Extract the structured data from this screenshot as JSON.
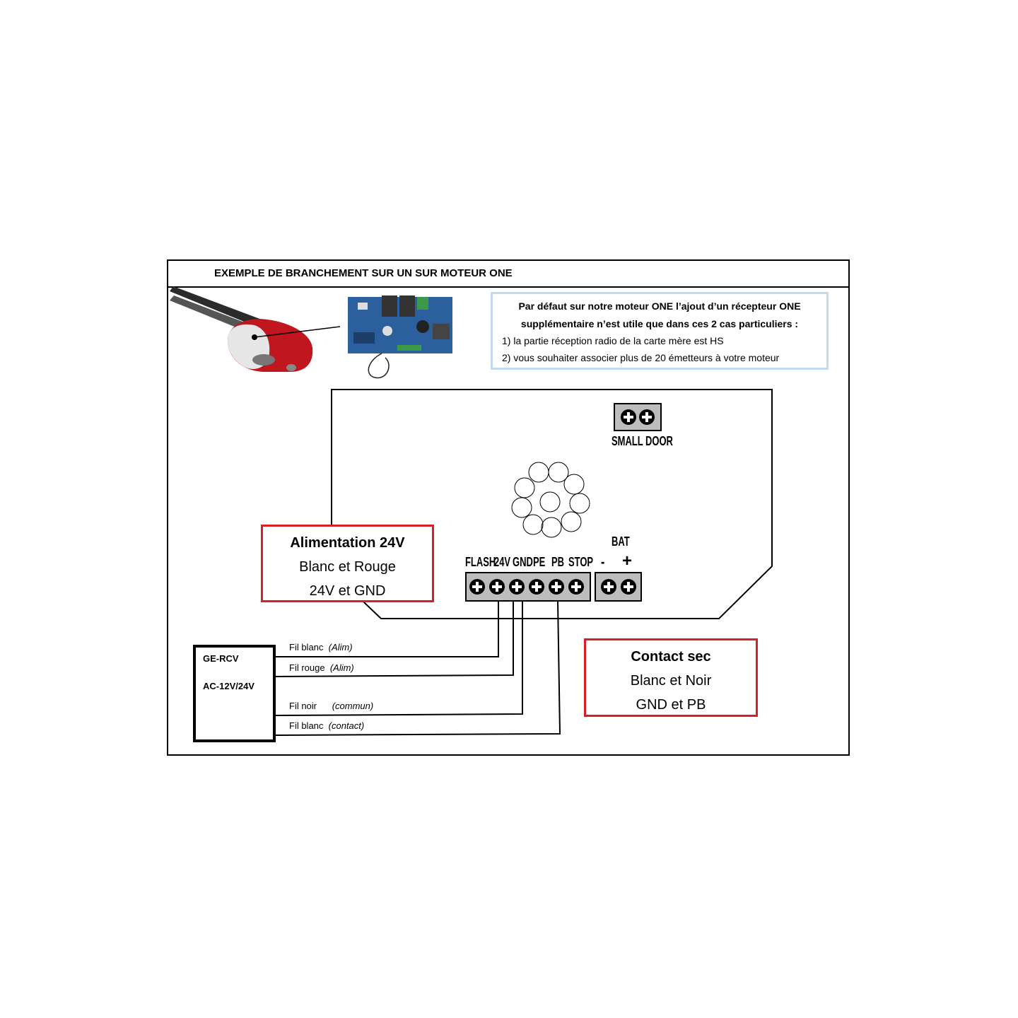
{
  "title": "EXEMPLE DE BRANCHEMENT SUR UN SUR MOTEUR ONE",
  "info": {
    "line1": "Par défaut sur notre moteur ONE l’ajout d’un récepteur ONE",
    "line2": "supplémentaire n’est utile que dans ces 2 cas particuliers :",
    "item1": "1) la partie réception radio de la carte mère est HS",
    "item2": "2) vous souhaiter associer plus de 20 émetteurs à votre moteur"
  },
  "power_box": {
    "heading": "Alimentation 24V",
    "line1": "Blanc et Rouge",
    "line2": "24V et GND"
  },
  "contact_box": {
    "heading": "Contact sec",
    "line1": "Blanc et Noir",
    "line2": "GND et PB"
  },
  "receiver": {
    "name": "GE-RCV",
    "model": "AC-12V/24V"
  },
  "wires": [
    {
      "label": "Fil blanc",
      "note": "(Alim)"
    },
    {
      "label": "Fil rouge",
      "note": "(Alim)"
    },
    {
      "label": "Fil noir",
      "note": "(commun)"
    },
    {
      "label": "Fil blanc",
      "note": "(contact)"
    }
  ],
  "terminals": {
    "main": [
      "FLASH",
      "24V",
      "GND",
      "PE",
      "PB",
      "STOP"
    ],
    "bat_title": "BAT",
    "bat_minus": "-",
    "bat_plus": "+",
    "small_door": "SMALL DOOR"
  },
  "colors": {
    "highlight_red": "#d81f26",
    "info_border": "#c5d9ec",
    "terminal_gray": "#bdbdbd",
    "motor_red": "#c0161d",
    "pcb_blue": "#2b5f9e"
  }
}
